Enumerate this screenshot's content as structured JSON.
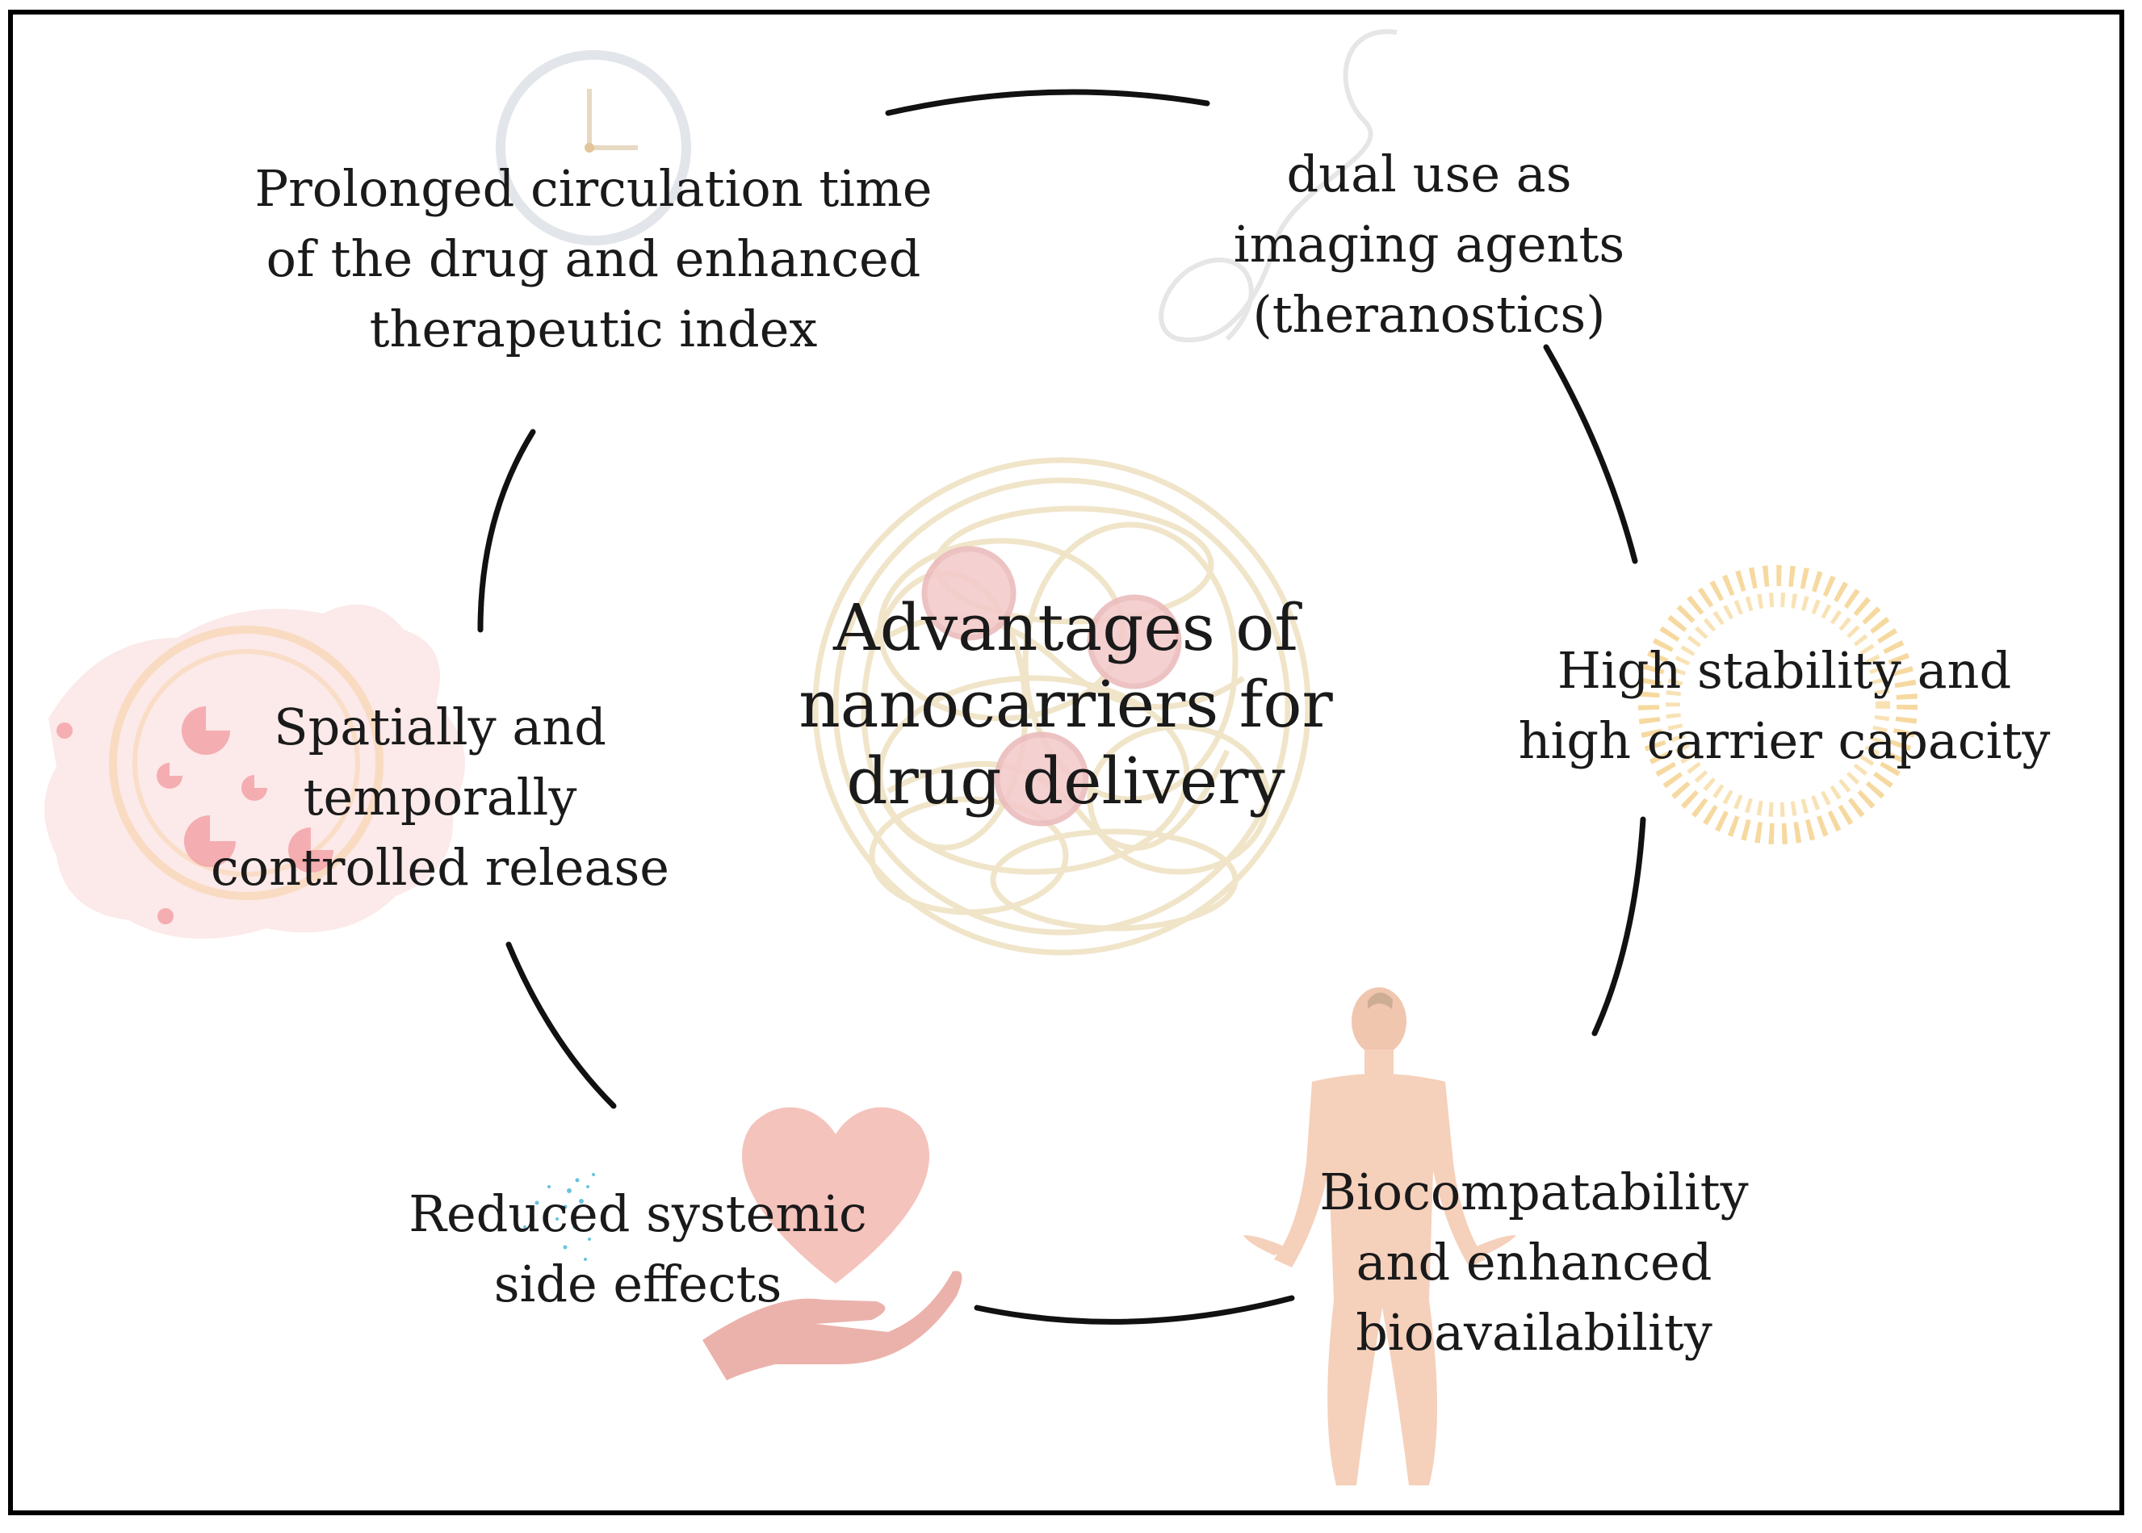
{
  "diagram": {
    "center_title": [
      "Advantages of",
      "nanocarriers for",
      "drug delivery"
    ],
    "advantages": {
      "circulation": [
        "Prolonged circulation time",
        "of the drug and enhanced",
        "therapeutic index"
      ],
      "imaging": [
        "dual use as",
        "imaging agents",
        "(theranostics)"
      ],
      "stability": [
        "High stability and",
        "high carrier capacity"
      ],
      "biocompatibility": [
        "Biocompatability",
        "and enhanced",
        "bioavailability"
      ],
      "side_effects": [
        "Reduced systemic",
        "side effects"
      ],
      "release": [
        "Spatially and",
        "temporally",
        "controlled release"
      ]
    },
    "icons": [
      "clock-icon",
      "squiggle-icon",
      "liposome-icon",
      "human-body-icon",
      "heart-in-hand-icon",
      "cell-icon",
      "nanoparticle-icon"
    ],
    "colors": {
      "text": "#1a1a1a",
      "cycle_arrows": "#111111",
      "nanoparticle": "#efe3c4",
      "liposome": "#f6d9a0",
      "body": "#f4cbb4",
      "heart": "#f2b8b0",
      "cell": "#f9d3d3"
    }
  }
}
